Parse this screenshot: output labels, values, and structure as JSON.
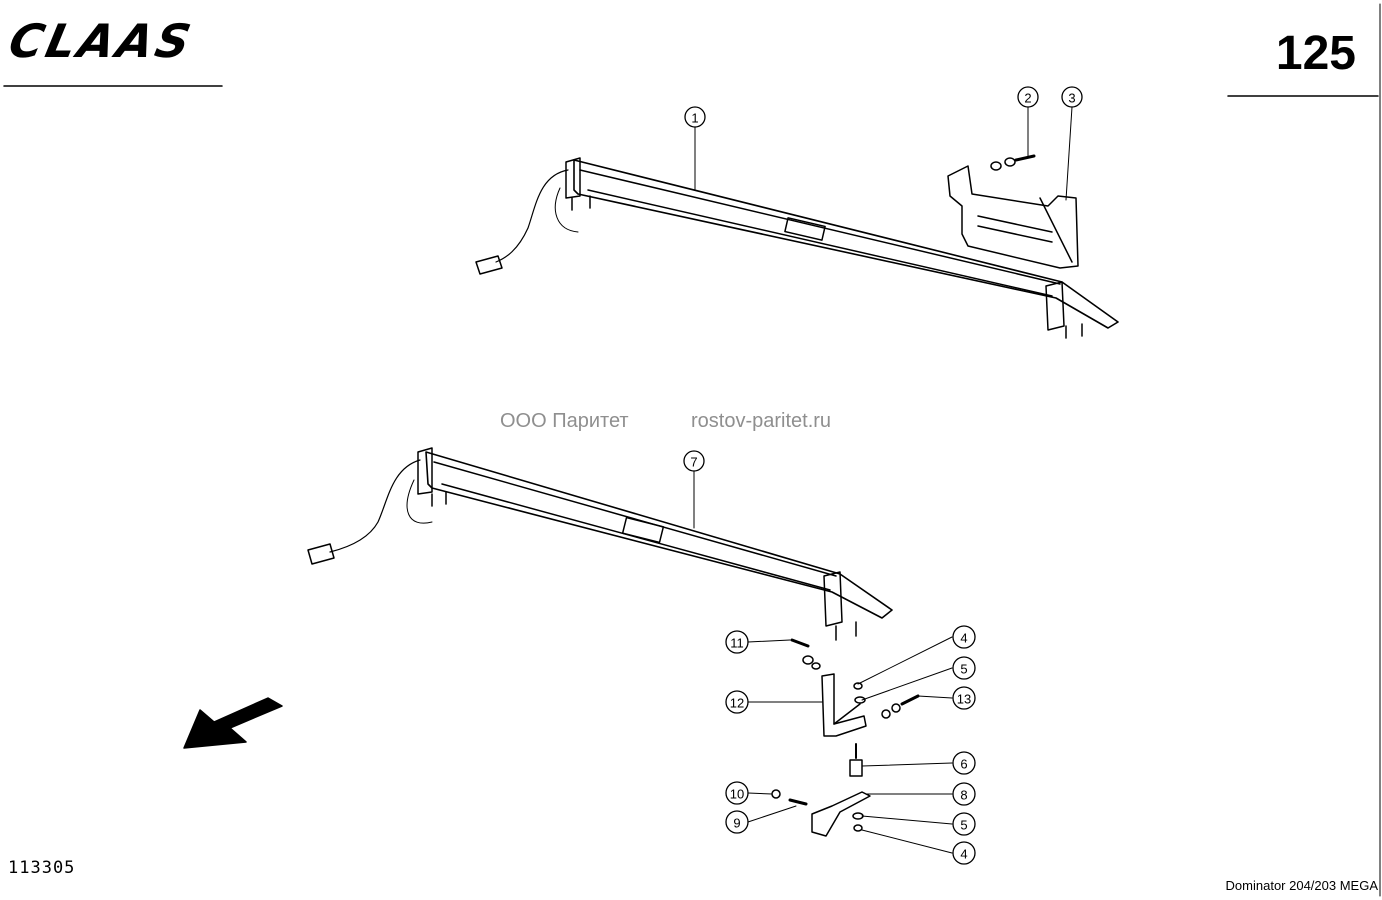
{
  "header": {
    "brand": "CLAAS",
    "page_number": "125"
  },
  "footer": {
    "drawing_number": "113305",
    "model": "Dominator 204/203 MEGA"
  },
  "watermark": {
    "company": "ООО Паритет",
    "site": "rostov-paritet.ru"
  },
  "callouts": [
    "1",
    "2",
    "3",
    "7",
    "11",
    "4",
    "5",
    "12",
    "13",
    "6",
    "10",
    "8",
    "9",
    "5",
    "4"
  ]
}
